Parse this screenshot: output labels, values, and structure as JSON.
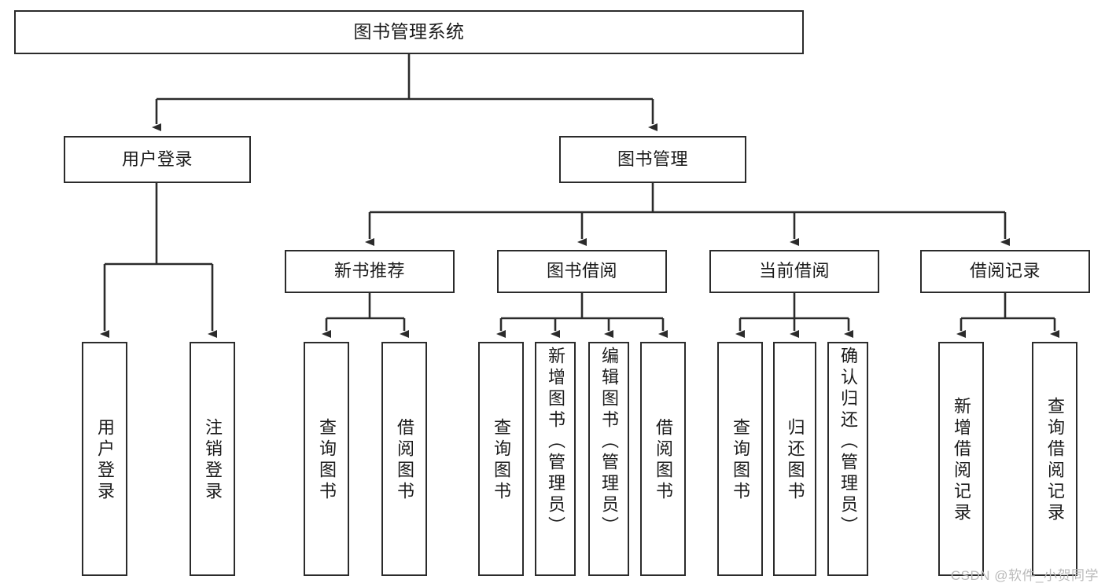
{
  "diagram": {
    "title": "图书管理系统",
    "type": "tree",
    "orientation": "top-down",
    "colors": {
      "node_border": "#2b2b2b",
      "node_fill": "#ffffff",
      "edge": "#2b2b2b",
      "text": "#1b1b1b",
      "watermark": "#b9b9b9",
      "background": "#ffffff"
    },
    "nodes": {
      "root": {
        "label": "图书管理系统"
      },
      "level2": [
        {
          "id": "user-login",
          "label": "用户登录"
        },
        {
          "id": "book-manage",
          "label": "图书管理"
        }
      ],
      "level3": [
        {
          "id": "new-book-rec",
          "label": "新书推荐"
        },
        {
          "id": "book-borrow",
          "label": "图书借阅"
        },
        {
          "id": "current-borrow",
          "label": "当前借阅"
        },
        {
          "id": "borrow-record",
          "label": "借阅记录"
        }
      ],
      "leaves": [
        {
          "id": "leaf-user-login",
          "label": "用户登录",
          "parent": "user-login"
        },
        {
          "id": "leaf-logout",
          "label": "注销登录",
          "parent": "user-login"
        },
        {
          "id": "leaf-query-book-1",
          "label": "查询图书",
          "parent": "new-book-rec"
        },
        {
          "id": "leaf-borrow-book-1",
          "label": "借阅图书",
          "parent": "new-book-rec"
        },
        {
          "id": "leaf-query-book-2",
          "label": "查询图书",
          "parent": "book-borrow"
        },
        {
          "id": "leaf-add-book",
          "label": "新增图书（管理员）",
          "parent": "book-borrow"
        },
        {
          "id": "leaf-edit-book",
          "label": "编辑图书（管理员）",
          "parent": "book-borrow"
        },
        {
          "id": "leaf-borrow-book-2",
          "label": "借阅图书",
          "parent": "book-borrow"
        },
        {
          "id": "leaf-query-book-3",
          "label": "查询图书",
          "parent": "current-borrow"
        },
        {
          "id": "leaf-return-book",
          "label": "归还图书",
          "parent": "current-borrow"
        },
        {
          "id": "leaf-confirm-return",
          "label": "确认归还（管理员）",
          "parent": "current-borrow"
        },
        {
          "id": "leaf-add-record",
          "label": "新增借阅记录",
          "parent": "borrow-record"
        },
        {
          "id": "leaf-query-record",
          "label": "查询借阅记录",
          "parent": "borrow-record"
        }
      ]
    },
    "watermark": "CSDN @软件_小贺同学"
  }
}
